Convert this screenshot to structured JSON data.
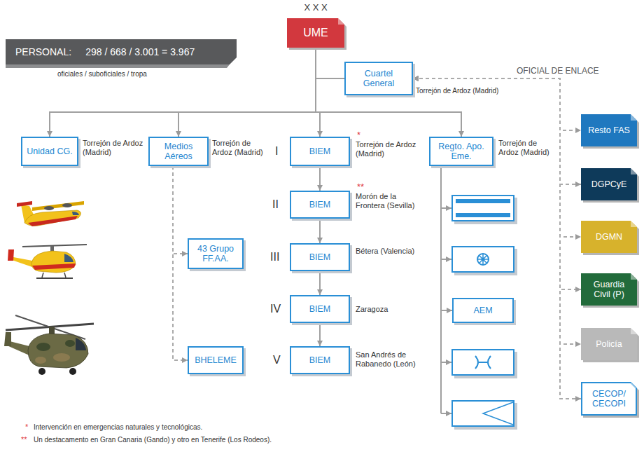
{
  "diagram": {
    "nodes": [
      {
        "text": [
          "PERSONAL:",
          "298 / 668 / 3.001 = 3.967"
        ]
      },
      {
        "text": [
          "X X X",
          "UME"
        ]
      },
      {
        "text": [
          "Cuartel General"
        ]
      },
      {
        "text": [
          "Unidad CG."
        ]
      },
      {
        "text": [
          "Medios Aéreos"
        ]
      },
      {
        "text": [
          "BIEM"
        ]
      },
      {
        "text": [
          "Regto. Apo. Eme."
        ]
      },
      {
        "text": [
          "43 Grupo FF.AA."
        ]
      },
      {
        "text": [
          "BHELEME"
        ]
      },
      {
        "text": [
          "BIEM"
        ]
      },
      {
        "text": [
          "BIEM"
        ]
      },
      {
        "text": [
          "BIEM"
        ]
      },
      {
        "text": [
          "BIEM"
        ]
      },
      {
        "text": [
          "AEM"
        ]
      },
      {
        "text": [
          "Resto FAS"
        ]
      },
      {
        "text": [
          "DGPCyE"
        ]
      },
      {
        "text": [
          "DGMN"
        ]
      },
      {
        "text": [
          "Guardia Civil (P)"
        ]
      },
      {
        "text": [
          "Policía"
        ]
      },
      {
        "text": [
          "CECOP/ CECOPI"
        ]
      }
    ],
    "edges": [
      {
        "from": 1,
        "to": 2,
        "arrow": "none"
      },
      {
        "from": 1,
        "to": 3,
        "arrow": "to"
      },
      {
        "from": 1,
        "to": 4,
        "arrow": "to"
      },
      {
        "from": 1,
        "to": 5,
        "arrow": "to"
      },
      {
        "from": 1,
        "to": 6,
        "arrow": "to"
      },
      {
        "from": 4,
        "to": 7,
        "arrow": "to"
      },
      {
        "from": 4,
        "to": 8,
        "arrow": "to"
      },
      {
        "from": 5,
        "to": 9,
        "arrow": "to"
      },
      {
        "from": 9,
        "to": 10,
        "arrow": "to"
      },
      {
        "from": 10,
        "to": 11,
        "arrow": "to"
      },
      {
        "from": 11,
        "to": 12,
        "arrow": "to"
      },
      {
        "from": 6,
        "to": 13,
        "arrow": "to"
      },
      {
        "from": 2,
        "to": 14,
        "arrow": "both"
      },
      {
        "from": 2,
        "to": 15,
        "arrow": "both"
      },
      {
        "from": 2,
        "to": 16,
        "arrow": "both"
      },
      {
        "from": 2,
        "to": 17,
        "arrow": "both"
      },
      {
        "from": 2,
        "to": 18,
        "arrow": "both"
      },
      {
        "from": 2,
        "to": 19,
        "arrow": "both"
      }
    ],
    "labels": [
      "oficiales / suboficiales / tropa",
      "Torrejón de Ardoz (Madrid)",
      "OFICIAL DE ENLACE",
      "Torrejón de Ardoz (Madrid)",
      "Torrejón de Ardoz (Madrid)",
      "I",
      "*",
      "Torrejón de Ardoz (Madrid)",
      "Torrejón de Ardoz (Madrid)",
      "II",
      "**",
      "Morón de la Frontera (Sevilla)",
      "III",
      "Bétera (Valencia)",
      "IV",
      "Zaragoza",
      "V",
      "San Andrés de Rabanedo (León)",
      "*",
      "Intervención en emergencias naturales y tecnológicas.",
      "**",
      "Un destacamento en Gran Canaria (Gando) y otro en Tenerife (Los Rodeos)."
    ]
  }
}
